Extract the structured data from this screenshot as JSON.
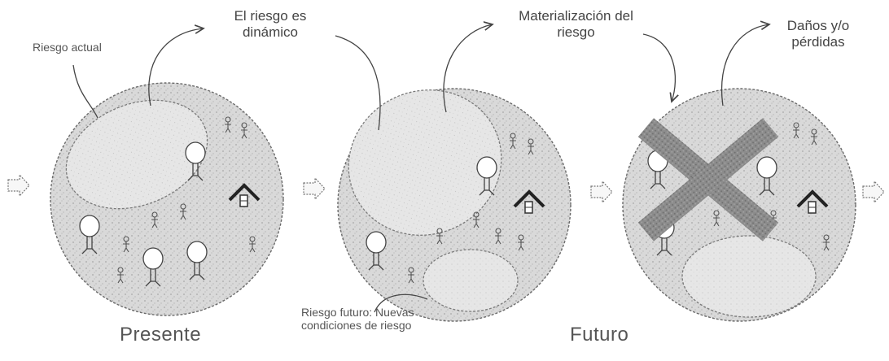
{
  "labels": {
    "riesgo_actual": "Riesgo actual",
    "riesgo_dinamico": "El riesgo es dinámico",
    "materializacion": "Materialización del riesgo",
    "danos": "Daños y/o pérdidas",
    "riesgo_futuro": "Riesgo futuro: Nuevas condiciones de riesgo",
    "presente": "Presente",
    "futuro": "Futuro"
  },
  "colors": {
    "fill": "#d6d6d6",
    "stroke": "#6a6a6a",
    "cross": "#8a8a8a",
    "ink": "#333333"
  },
  "icons": [
    "tree-icon",
    "house-icon",
    "person-icon",
    "arrow-icon",
    "cross-icon"
  ]
}
